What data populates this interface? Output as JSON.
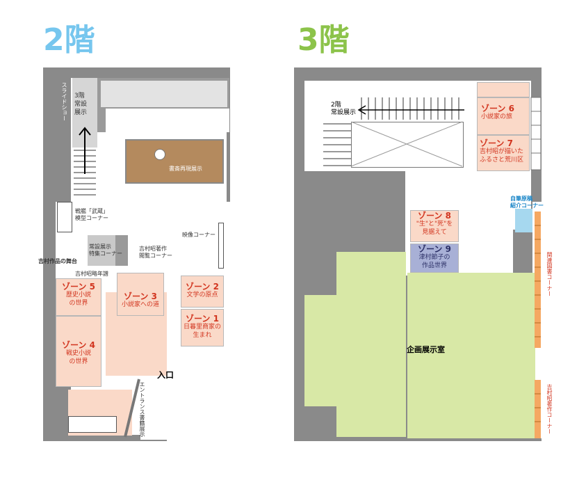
{
  "floor2": {
    "title": "2階",
    "title_color": "#76c6ee",
    "stairs_label_lines": [
      "3階",
      "常設",
      "展示"
    ],
    "slideshow": "スライドショー",
    "reproduction": "書斎再現展示",
    "model": [
      "戦艦「武蔵」",
      "模型コーナー"
    ],
    "special": [
      "常設展示",
      "特集コーナー"
    ],
    "reading": [
      "吉村昭著作",
      "閲覧コーナー"
    ],
    "video": "映像コーナー",
    "stage": "吉村作品の舞台",
    "chronology": "吉村昭略年譜",
    "entrance": "入口",
    "entrance_books": "エントランス書籍展示",
    "zones": [
      {
        "lines": [
          "ゾーン 5",
          "歴史小説",
          "の世界"
        ]
      },
      {
        "lines": [
          "ゾーン 4",
          "戦史小説",
          "の世界"
        ]
      },
      {
        "lines": [
          "ゾーン 3",
          "小説家への道"
        ]
      },
      {
        "lines": [
          "ゾーン 2",
          "文学の原点"
        ]
      },
      {
        "lines": [
          "ゾーン 1",
          "日暮里商家の",
          "生まれ"
        ]
      }
    ]
  },
  "floor3": {
    "title": "3階",
    "title_color": "#8cc34a",
    "stairs_label": [
      "2階",
      "常設展示"
    ],
    "exhibit_room": "企画展示室",
    "manuscript": [
      "自筆原稿",
      "紹介コーナー"
    ],
    "related_books": "関連図書コーナー",
    "works": "吉村昭著作コーナー",
    "zones": [
      {
        "lines": [
          "ゾーン 6",
          "小説家の旅"
        ]
      },
      {
        "lines": [
          "ゾーン 7",
          "吉村昭が描いた",
          "ふるさと荒川区"
        ]
      },
      {
        "lines": [
          "ゾーン 8",
          "\"生\"と\"死\"を",
          "見据えて"
        ]
      },
      {
        "lines": [
          "ゾーン 9",
          "津村節子の",
          "作品世界"
        ]
      }
    ]
  },
  "colors": {
    "wall": "#8a8a8a",
    "zone_fill": "#fad9c8",
    "zone_text": "#d2351f",
    "study_fill": "#b48a5e",
    "exhibit_fill": "#d8e8a6",
    "zone9_fill": "#a8b0d6",
    "manuscript_fill": "#a6d8ef",
    "manuscript_text": "#1a86c8",
    "shelf_fill": "#f5a862"
  }
}
